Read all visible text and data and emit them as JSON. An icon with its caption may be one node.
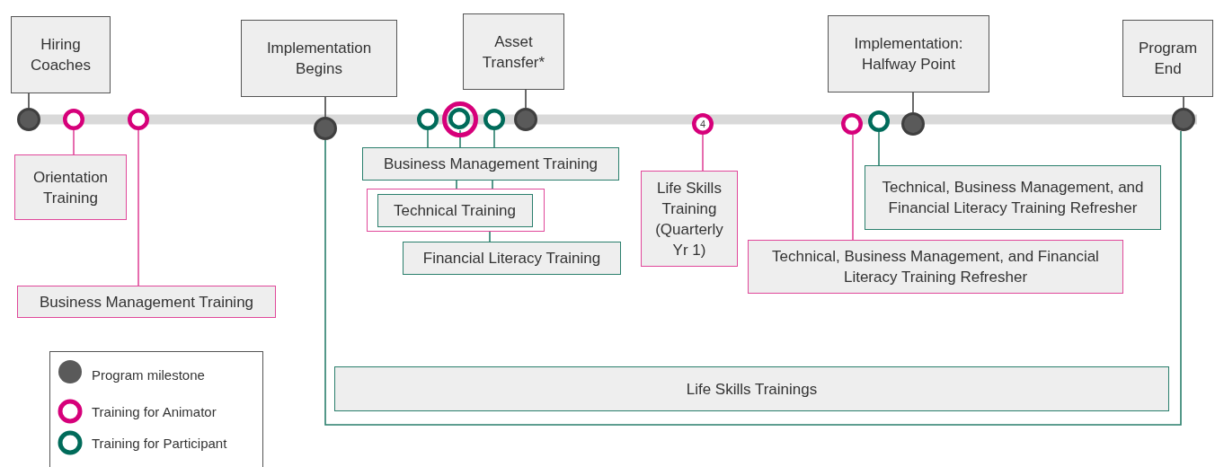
{
  "diagram": {
    "nodes": [
      {
        "text": [
          "Hiring Coaches"
        ]
      },
      {
        "text": [],
        "shape": "circle"
      },
      {
        "text": [],
        "shape": "circle"
      },
      {
        "text": [],
        "shape": "circle"
      },
      {
        "text": [
          "Orientation Training"
        ]
      },
      {
        "text": [
          "Business Management Training"
        ]
      },
      {
        "text": [
          "Implementation Begins"
        ]
      },
      {
        "text": [],
        "shape": "circle"
      },
      {
        "text": [
          "Asset Transfer*"
        ]
      },
      {
        "text": [],
        "shape": "circle"
      },
      {
        "text": [],
        "shape": "circle"
      },
      {
        "text": [],
        "shape": "circle",
        "in": 10
      },
      {
        "text": [],
        "shape": "circle"
      },
      {
        "text": [],
        "shape": "circle"
      },
      {
        "text": [
          "Business Management Training"
        ]
      },
      {
        "text": [],
        "shape": "box"
      },
      {
        "text": [
          "Technical Training"
        ],
        "in": 15
      },
      {
        "text": [
          "Financial Literacy Training"
        ]
      },
      {
        "text": [
          "4"
        ]
      },
      {
        "text": [
          "Life Skills Training (Quarterly Yr 1)"
        ]
      },
      {
        "text": [
          "Implementation: Halfway Point"
        ]
      },
      {
        "text": [
          "Program End"
        ]
      },
      {
        "text": [],
        "shape": "circle"
      },
      {
        "text": [],
        "shape": "circle"
      },
      {
        "text": [],
        "shape": "circle"
      },
      {
        "text": [],
        "shape": "circle"
      },
      {
        "text": [
          "Technical, Business Management, and Financial Literacy Training Refresher"
        ]
      },
      {
        "text": [
          "Technical, Business Management, and Financial Literacy Training Refresher"
        ]
      },
      {
        "text": [
          "Life Skills Trainings"
        ]
      }
    ],
    "edges": [
      {
        "from": 1,
        "to": 0,
        "arrow": "none",
        "color": "#444444"
      },
      {
        "from": 2,
        "to": 4,
        "arrow": "none",
        "color": "#e0489a"
      },
      {
        "from": 3,
        "to": 5,
        "arrow": "none",
        "color": "#e0489a"
      },
      {
        "from": 7,
        "to": 6,
        "arrow": "none",
        "color": "#444444"
      },
      {
        "from": 13,
        "to": 8,
        "arrow": "none",
        "color": "#444444"
      },
      {
        "from": 9,
        "to": 14,
        "arrow": "none"
      },
      {
        "from": 11,
        "to": 14,
        "arrow": "none"
      },
      {
        "from": 12,
        "to": 14,
        "arrow": "none"
      },
      {
        "from": 14,
        "to": 15,
        "arrow": "none"
      },
      {
        "from": 14,
        "to": 15,
        "arrow": "none"
      },
      {
        "from": 15,
        "to": 17,
        "arrow": "none"
      },
      {
        "from": 18,
        "to": 19,
        "arrow": "none",
        "color": "#e0489a"
      },
      {
        "from": 24,
        "to": 20,
        "arrow": "none",
        "color": "#444444"
      },
      {
        "from": 25,
        "to": 21,
        "arrow": "none",
        "color": "#444444"
      },
      {
        "from": 22,
        "to": 27,
        "arrow": "none",
        "color": "#e0489a"
      },
      {
        "from": 23,
        "to": 26,
        "arrow": "none"
      },
      {
        "from": 7,
        "to": 25,
        "arrow": "none"
      }
    ],
    "legend": [
      {
        "text": "Program milestone",
        "color": "#5a5a5a"
      },
      {
        "text": "Training for Animator",
        "color": "#d6007a"
      },
      {
        "text": "Training for Participant",
        "color": "#006b5a"
      }
    ]
  }
}
